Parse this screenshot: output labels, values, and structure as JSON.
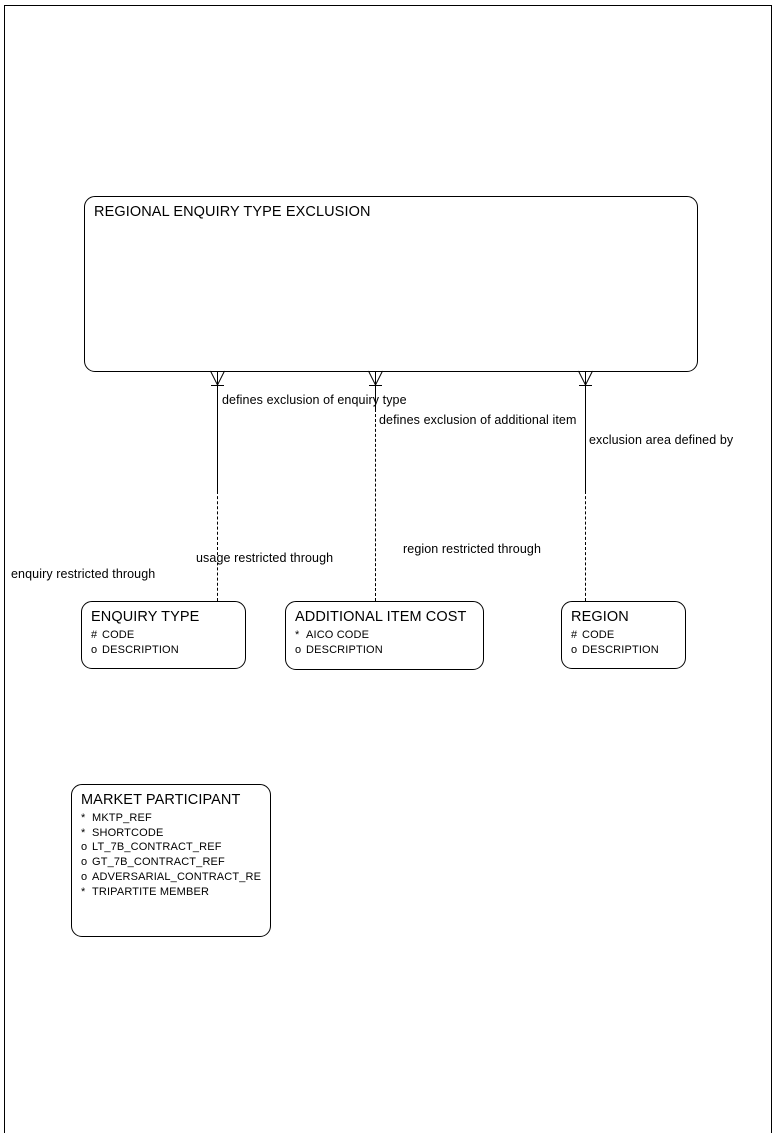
{
  "diagram": {
    "type": "entity-relationship-diagram",
    "title": "Regional Enquiry Type Exclusion ER Diagram",
    "entities": [
      {
        "id": "regional-enquiry-type-exclusion",
        "name": "REGIONAL ENQUIRY TYPE EXCLUSION",
        "attributes": []
      },
      {
        "id": "enquiry-type",
        "name": "ENQUIRY TYPE",
        "attributes": [
          {
            "mark": "#",
            "name": "CODE"
          },
          {
            "mark": "o",
            "name": "DESCRIPTION"
          }
        ]
      },
      {
        "id": "additional-item-cost",
        "name": "ADDITIONAL ITEM COST",
        "attributes": [
          {
            "mark": "*",
            "name": "AICO CODE"
          },
          {
            "mark": "o",
            "name": "DESCRIPTION"
          }
        ]
      },
      {
        "id": "region",
        "name": "REGION",
        "attributes": [
          {
            "mark": "#",
            "name": "CODE"
          },
          {
            "mark": "o",
            "name": "DESCRIPTION"
          }
        ]
      },
      {
        "id": "market-participant",
        "name": "MARKET PARTICIPANT",
        "attributes": [
          {
            "mark": "*",
            "name": "MKTP_REF"
          },
          {
            "mark": "*",
            "name": "SHORTCODE"
          },
          {
            "mark": "o",
            "name": "LT_7B_CONTRACT_REF"
          },
          {
            "mark": "o",
            "name": "GT_7B_CONTRACT_REF"
          },
          {
            "mark": "o",
            "name": "ADVERSARIAL_CONTRACT_RE"
          },
          {
            "mark": "*",
            "name": "TRIPARTITE MEMBER"
          }
        ]
      }
    ],
    "relationships": [
      {
        "id": "enquiry-type-relationship",
        "parent_label": "defines exclusion of enquiry type",
        "child_label": "enquiry restricted through",
        "from": "regional-enquiry-type-exclusion",
        "to": "enquiry-type"
      },
      {
        "id": "additional-item-relationship",
        "parent_label": "defines exclusion of additional item",
        "child_label": "usage restricted through",
        "from": "regional-enquiry-type-exclusion",
        "to": "additional-item-cost"
      },
      {
        "id": "region-relationship",
        "parent_label": "exclusion area defined by",
        "child_label": "region restricted through",
        "from": "regional-enquiry-type-exclusion",
        "to": "region"
      }
    ]
  },
  "colors": {
    "line": "#000000",
    "background": "#ffffff",
    "text": "#000000"
  }
}
